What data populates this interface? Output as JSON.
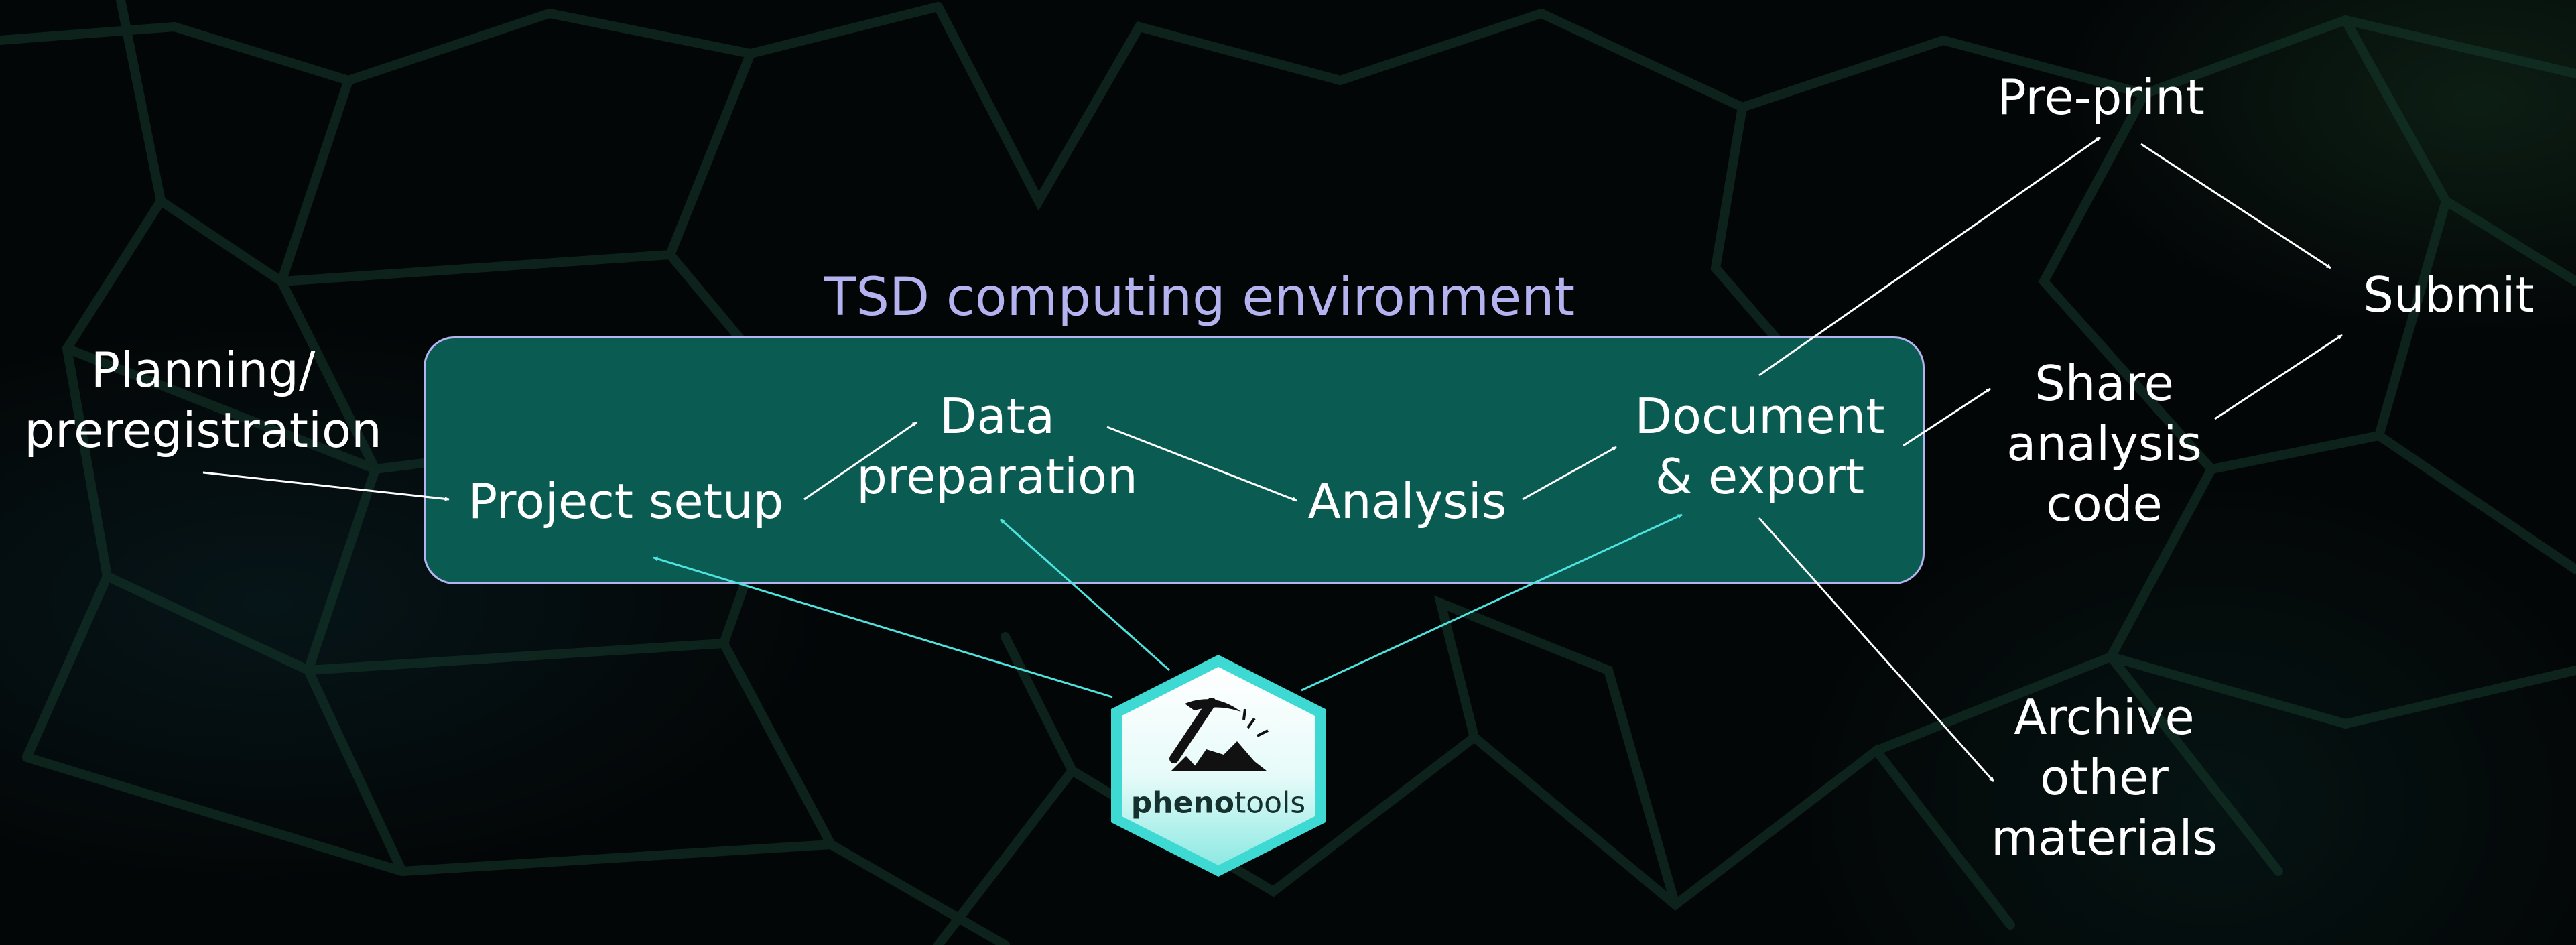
{
  "diagram": {
    "environment_title": "TSD computing environment",
    "nodes": {
      "planning": "Planning/\npreregistration",
      "project_setup": "Project setup",
      "data_preparation": "Data\npreparation",
      "analysis": "Analysis",
      "document_export": "Document\n& export",
      "preprint": "Pre-print",
      "share_code": "Share\nanalysis\ncode",
      "archive": "Archive\nother\nmaterials",
      "submit": "Submit"
    },
    "logo": {
      "prefix": "pheno",
      "suffix": "tools",
      "icon": "pickaxe-icon"
    },
    "edges": [
      [
        "planning",
        "project_setup"
      ],
      [
        "project_setup",
        "data_preparation"
      ],
      [
        "data_preparation",
        "analysis"
      ],
      [
        "analysis",
        "document_export"
      ],
      [
        "document_export",
        "preprint"
      ],
      [
        "document_export",
        "share_code"
      ],
      [
        "document_export",
        "archive"
      ],
      [
        "preprint",
        "submit"
      ],
      [
        "share_code",
        "submit"
      ],
      [
        "phenotools",
        "project_setup"
      ],
      [
        "phenotools",
        "data_preparation"
      ],
      [
        "phenotools",
        "document_export"
      ]
    ],
    "colors": {
      "environment_fill": "#0a5b52",
      "environment_border": "#b6b4ee",
      "environment_title": "#b4b2ef",
      "text": "#ffffff",
      "arrow_white": "#ffffff",
      "arrow_cyan": "#4fe3df",
      "logo_fill": "#bff5f1",
      "logo_border": "#3ed9d2",
      "background": "#030607"
    }
  }
}
